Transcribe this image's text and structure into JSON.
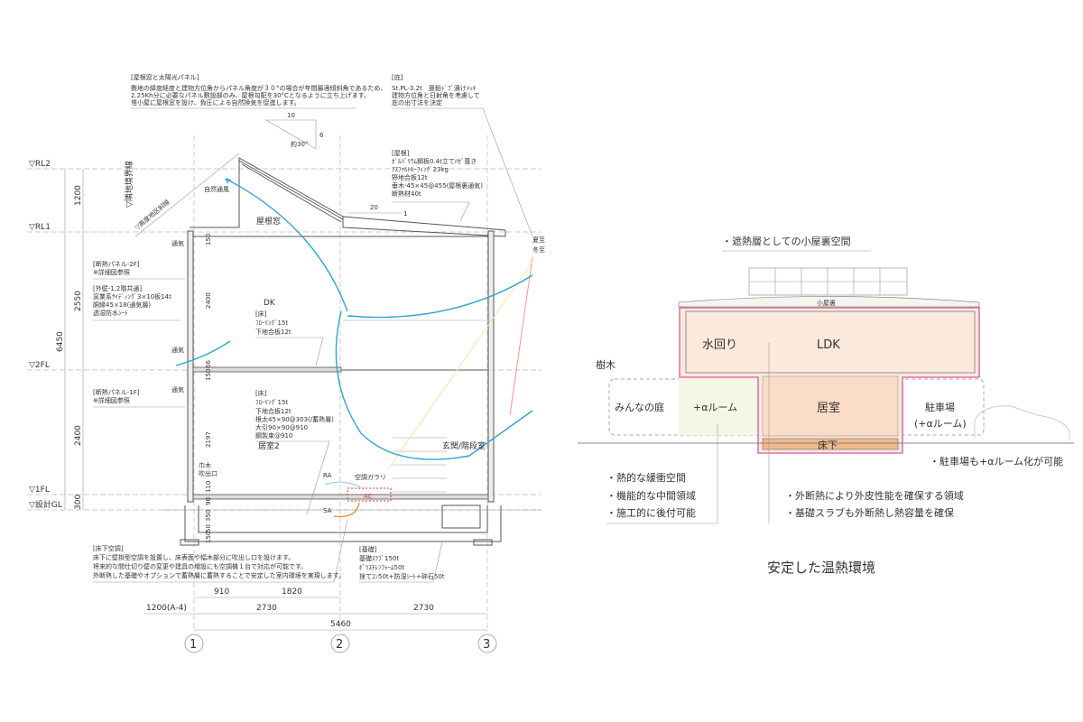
{
  "section": {
    "levels": {
      "rl2": "▽RL2",
      "rl1": "▽RL1",
      "fl2": "▽2FL",
      "fl1": "▽1FL",
      "gl": "▽設計GL"
    },
    "height_dims": {
      "d1": "1200",
      "d2": "2550",
      "d3": "2400",
      "d4": "300",
      "total": "6450"
    },
    "inner_dims": {
      "a": "150",
      "b": "2400",
      "c": "66",
      "d": "150",
      "e": "2197",
      "f": "110",
      "g": "90",
      "h": "350",
      "i": "50",
      "j": "150"
    },
    "boundary_label": "▽隣地境界線",
    "height_limit": "▽高度地区斜線",
    "note_roofwindow": {
      "title": "[屋根窓と太陽光パネル]",
      "lines": [
        "敷地の緯度経度と建物方位角からパネル角度が３０°の場合が年間最適傾斜角であるため、",
        "2.25Kh分に必要なパネル敷設部のみ、屋根勾配を30°Cとなるように立ち上げます。",
        "塔小屋に屋根窓を設け、負圧による自然換気を促進します。"
      ]
    },
    "slope1": {
      "run": "10",
      "rise": "6",
      "angle": "約30°"
    },
    "slope2": {
      "run": "20",
      "rise": "1"
    },
    "note_eave": {
      "title": "[庇]",
      "lines": [
        "St.PL-3.2t　亜鉛ﾄﾞﾌﾞ漬けﾒｯｷ",
        "建物方位角と日射角を考慮して",
        "庇の出寸法を決定"
      ]
    },
    "note_roof": {
      "title": "[屋根]",
      "lines": [
        "ｶﾞﾙﾊﾞﾘｳﾑ鋼板0.4t立てﾊｾﾞ葺き",
        "ｱｽﾌｧﾙﾄﾙｰﾌｨﾝｸﾞ23kg",
        "野地合板12t",
        "垂木-45×45@455(屋根裏通気)",
        "断熱材40t"
      ]
    },
    "note_panel2f": {
      "title": "[断熱パネル-2F]",
      "lines": [
        "※詳細図参照"
      ]
    },
    "note_wall": {
      "title": "[外壁-1,2階共通]",
      "lines": [
        "窯業系ｻｲﾃﾞｨﾝｸﾞ3×10板14t",
        "胴縁45×18(通気層)",
        "透湿防水ｼｰﾄ"
      ]
    },
    "note_panel1f": {
      "title": "[断熱パネル-1F]",
      "lines": [
        "※詳細図参照"
      ]
    },
    "note_floor2": {
      "title": "[床]",
      "lines": [
        "ﾌﾛｰﾘﾝｸﾞ15t",
        "下地合板12t"
      ]
    },
    "note_floor1": {
      "title": "[床]",
      "lines": [
        "ﾌﾛｰﾘﾝｸﾞ15t",
        "下地合板12t",
        "根太45×90@303(/蓄熱層)",
        "大引90×90@910",
        "鋼製束@910"
      ]
    },
    "note_underfloor": {
      "title": "[床下空調]",
      "lines": [
        "床下に壁掛型空調を設置し、床表面や幅木部分に吹出し口を設けます。",
        "将来的な間仕切り壁の変更や建具の増設にも空調機１台で対応が可能です。",
        "外断熱した基礎やオプションで蓄熱層に蓄熱することで安定した室内環境を実現します。"
      ]
    },
    "note_foundation": {
      "title": "[基礎]",
      "lines": [
        "基礎ｽﾗﾌﾞ150t",
        "ﾎﾟﾘｽﾁﾚﾝﾌｫｰﾑ50t",
        "捨てｺﾝ50t+防湿ｼｰﾄ+砕石50t"
      ]
    },
    "labels": {
      "natural_vent": "自然通風",
      "roof_window": "屋根窓",
      "vent1": "通気",
      "vent2": "通気",
      "vent3": "通気",
      "dk": "DK",
      "room2": "居室2",
      "entrance": "玄関/階段室",
      "baseboard": "巾木",
      "outlet": "吹出口",
      "ra": "RA",
      "sa": "SA",
      "ac": "AC",
      "gallery": "空調ガラリ",
      "summer": "夏至",
      "winter": "冬至"
    },
    "plan_dims": {
      "a": "910",
      "b": "1820",
      "c": "1200(A-4)",
      "d": "2730",
      "e": "2730",
      "total": "5460"
    },
    "grid": [
      "1",
      "2",
      "3"
    ]
  },
  "concept": {
    "attic_note": "・遮熱層としての小屋裏空間",
    "attic": "小屋裏",
    "water": "水回り",
    "ldk": "LDK",
    "tree": "樹木",
    "garden": "みんなの庭",
    "alpha_room": "+αルーム",
    "room": "居室",
    "parking": "駐車場",
    "parking_sub": "(+αルーム)",
    "underfloor": "床下",
    "parking_note": "・駐車場も+αルーム化が可能",
    "buffer_notes": [
      "・熱的な緩衝空間",
      "・機能的な中間領域",
      "・施工的に後付可能"
    ],
    "insulation_notes": [
      "・外断熱により外皮性能を確保する領域",
      "・基礎スラブも外断熱し熱容量を確保"
    ],
    "title": "安定した温熱環境",
    "colors": {
      "envelope": "#e0559a",
      "ldk": "#fbe9dc",
      "room": "#fbdcc6",
      "underfloor": "#f2b98a",
      "alpha": "#f4f7e3",
      "air": "#2aa6d8"
    }
  }
}
